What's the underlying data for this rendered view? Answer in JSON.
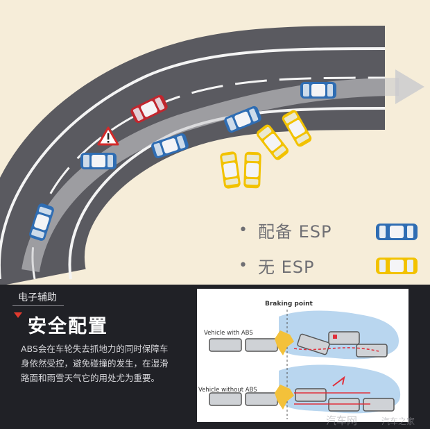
{
  "legend": {
    "with_esp": {
      "bullet": "•",
      "label": "配备 ESP",
      "car_color": "#2f6db3"
    },
    "without_esp": {
      "bullet": "•",
      "label": "无 ESP",
      "car_color": "#f2c200"
    }
  },
  "section": {
    "category": "电子辅助",
    "title": "安全配置",
    "description_lines": [
      "ABS会在车轮失去抓地力的同时保障车",
      "身依然受控，避免碰撞的发生，在湿滑",
      "路面和雨雪天气它的用处尤为重要。"
    ]
  },
  "abs_diagram": {
    "braking_point_label": "Braking point",
    "with_abs_label": "Vehicle with ABS",
    "without_abs_label": "Vehicle without ABS"
  },
  "watermark": {
    "left": "汽车网",
    "right": "汽车之家"
  },
  "colors": {
    "blue_car": "#2f6db3",
    "yellow_car": "#f2c200",
    "red_car": "#c0262e",
    "road": "#5a5a60",
    "background_top": "#f6edd9",
    "background_bottom": "#202126",
    "ice": "#b9d6ef",
    "path_red": "#e0303c"
  },
  "icons": {
    "warning": "warning-triangle-icon",
    "direction": "direction-arrow-icon",
    "heading_marker": "red-triangle-marker-icon"
  }
}
